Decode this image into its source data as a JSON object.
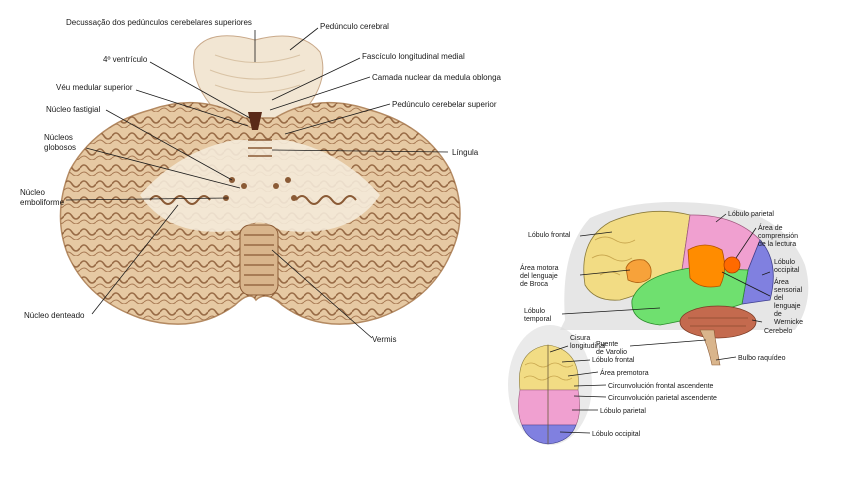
{
  "cerebellum": {
    "labels": {
      "decussation": "Decussação dos pedúnculos cerebelares superiores",
      "cerebral_peduncle": "Pedúnculo cerebral",
      "medial_longitudinal_fasciculus": "Fascículo longitudinal medial",
      "fourth_ventricle": "4º ventrículo",
      "nuclear_layer": "Camada nuclear da medula oblonga",
      "superior_medullary_velum": "Véu medular superior",
      "superior_cerebellar_peduncle": "Pedúnculo cerebelar superior",
      "fastigial_nucleus": "Núcleo fastigial",
      "globose_nuclei_1": "Núcleos",
      "globose_nuclei_2": "globosos",
      "lingula": "Língula",
      "emboliform_nucleus_1": "Núcleo",
      "emboliform_nucleus_2": "emboliforme",
      "dentate_nucleus": "Núcleo denteado",
      "vermis": "Vermis"
    },
    "colors": {
      "tissue": "#e6c9a3",
      "folia": "#8a5a35",
      "white_matter": "#f4ead9"
    }
  },
  "brain": {
    "labels": {
      "frontal_lobe": "Lóbulo frontal",
      "parietal_lobe": "Lóbulo parietal",
      "reading_area_1": "Área de",
      "reading_area_2": "comprensión",
      "reading_area_3": "de la lectura",
      "broca_1": "Área motora",
      "broca_2": "del lenguaje",
      "broca_3": "de Broca",
      "occipital_1": "Lóbulo",
      "occipital_2": "occipital",
      "wernicke_1": "Área",
      "wernicke_2": "sensorial",
      "wernicke_3": "del",
      "wernicke_4": "lenguaje",
      "wernicke_5": "de",
      "wernicke_6": "Wernicke",
      "temporal_1": "Lóbulo",
      "temporal_2": "temporal",
      "cerebellum": "Cerebelo",
      "pons_1": "Puente",
      "pons_2": "de Varolio",
      "medulla": "Bulbo raquídeo"
    },
    "colors": {
      "frontal": "#f2dc84",
      "parietal": "#f0a0d0",
      "temporal": "#6fe06f",
      "occipital": "#8080e0",
      "broca": "#f7a23a",
      "wernicke": "#ff8c00",
      "cerebellum": "#c46a4e"
    }
  },
  "top_view": {
    "labels": {
      "fissure_1": "Cisura",
      "fissure_2": "longitudinal",
      "frontal_lobe": "Lóbulo frontal",
      "premotor": "Área premotora",
      "ascending_frontal": "Circunvolución frontal ascendente",
      "ascending_parietal": "Circunvolución parietal ascendente",
      "parietal_lobe": "Lóbulo parietal",
      "occipital_lobe": "Lóbulo occipital"
    }
  }
}
